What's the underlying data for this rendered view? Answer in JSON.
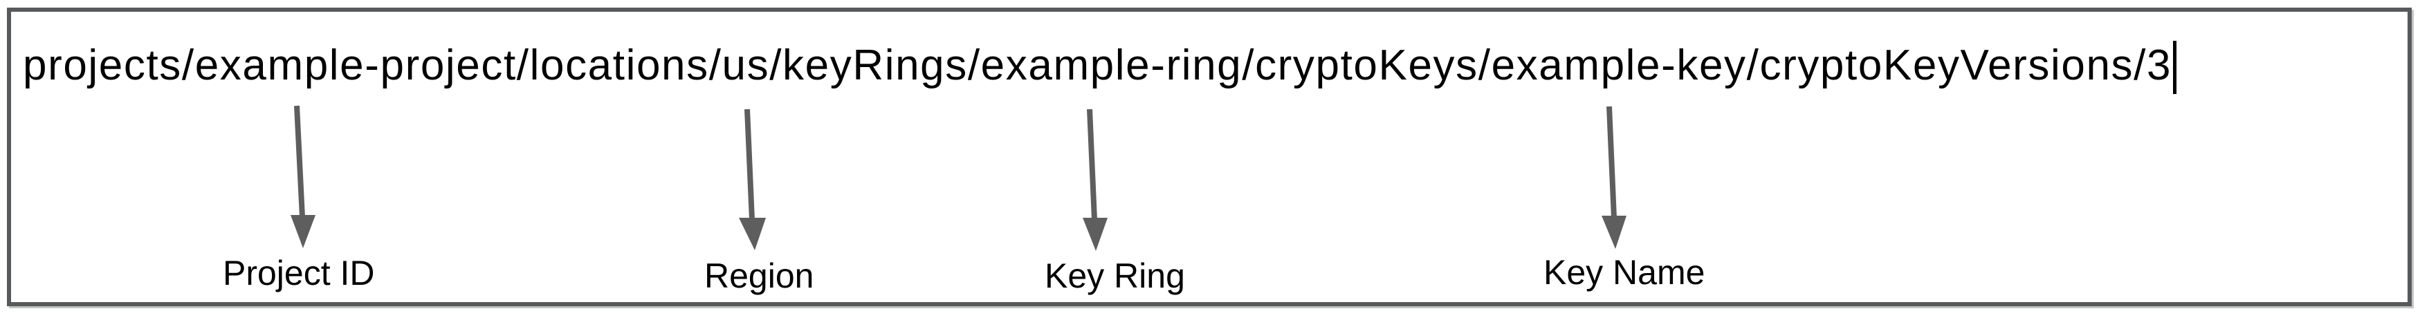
{
  "figure": {
    "resource_path": "projects/example-project/locations/us/keyRings/example-ring/cryptoKeys/example-key/cryptoKeyVersions/3",
    "caret_visible": true,
    "annotations": [
      {
        "label": "Project ID",
        "points_to": "example-project"
      },
      {
        "label": "Region",
        "points_to": "us"
      },
      {
        "label": "Key Ring",
        "points_to": "example-ring"
      },
      {
        "label": "Key Name",
        "points_to": "example-key"
      }
    ],
    "colors": {
      "text_black": "#000000",
      "arrow_gray": "#5e5e5e",
      "border_gray": "#58595b"
    }
  }
}
